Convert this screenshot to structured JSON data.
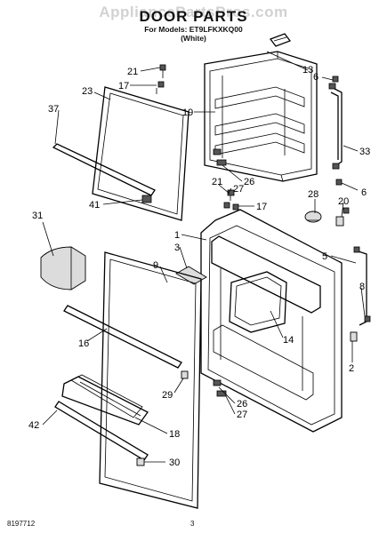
{
  "header": {
    "watermark": "AppliancePartsPros.com",
    "title": "DOOR PARTS",
    "models_line": "For Models: ET9LFKXKQ00",
    "color_line": "(White)"
  },
  "footer": {
    "doc_number": "8197712",
    "page_number": "3"
  },
  "callouts": {
    "c13": "13",
    "c6a": "6",
    "c21a": "21",
    "c17a": "17",
    "c23": "23",
    "c37": "37",
    "c19": "19",
    "c33": "33",
    "c26a": "26",
    "c21b": "21",
    "c27a": "27",
    "c6b": "6",
    "c28": "28",
    "c20": "20",
    "c17b": "17",
    "c41": "41",
    "c31": "31",
    "c1": "1",
    "c3": "3",
    "c9": "9",
    "c5": "5",
    "c8": "8",
    "c16": "16",
    "c14": "14",
    "c2": "2",
    "c29": "29",
    "c26b": "26",
    "c27b": "27",
    "c42": "42",
    "c18": "18",
    "c30": "30"
  }
}
